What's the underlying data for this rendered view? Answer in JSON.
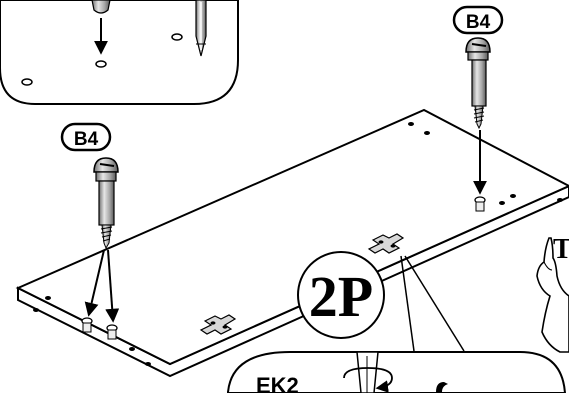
{
  "labels": {
    "part_top_right": "B4",
    "part_left": "B4",
    "person_count": "2P",
    "inset_part": "EK2",
    "hand_label": "T"
  },
  "colors": {
    "ink": "#000000",
    "paper": "#ffffff",
    "metal_light": "#c8c8c8",
    "metal_dark": "#7a7a7a"
  },
  "icons": [
    "screwdriver-icon",
    "cam-bolt-icon",
    "hand-pointing-icon",
    "rotate-arrow-icon"
  ]
}
